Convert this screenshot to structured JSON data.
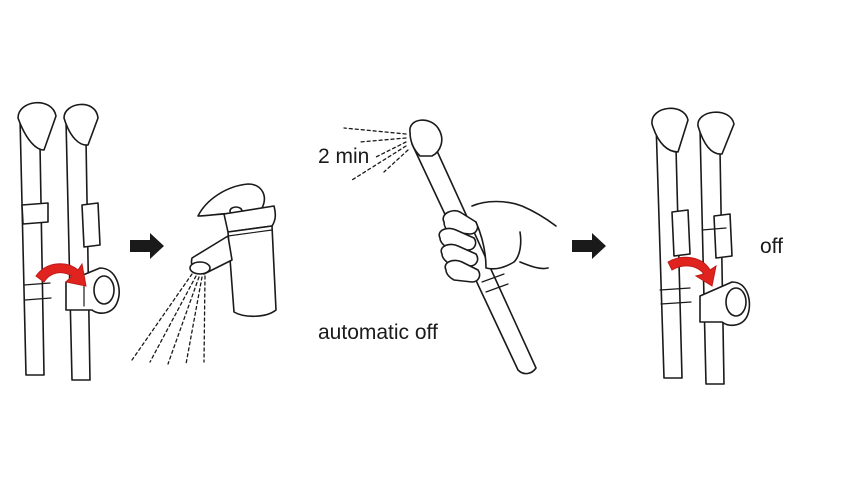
{
  "labels": {
    "time": "2 min",
    "automatic_off": "automatic off",
    "off": "off"
  },
  "colors": {
    "line": "#1a1a1a",
    "turn_arrow": "#e0231f",
    "flow_arrow": "#1a1a1a",
    "background": "#ffffff"
  },
  "icons": {
    "turn_arrow": "curved-arrow-icon",
    "flow_arrow": "right-arrow-icon"
  }
}
